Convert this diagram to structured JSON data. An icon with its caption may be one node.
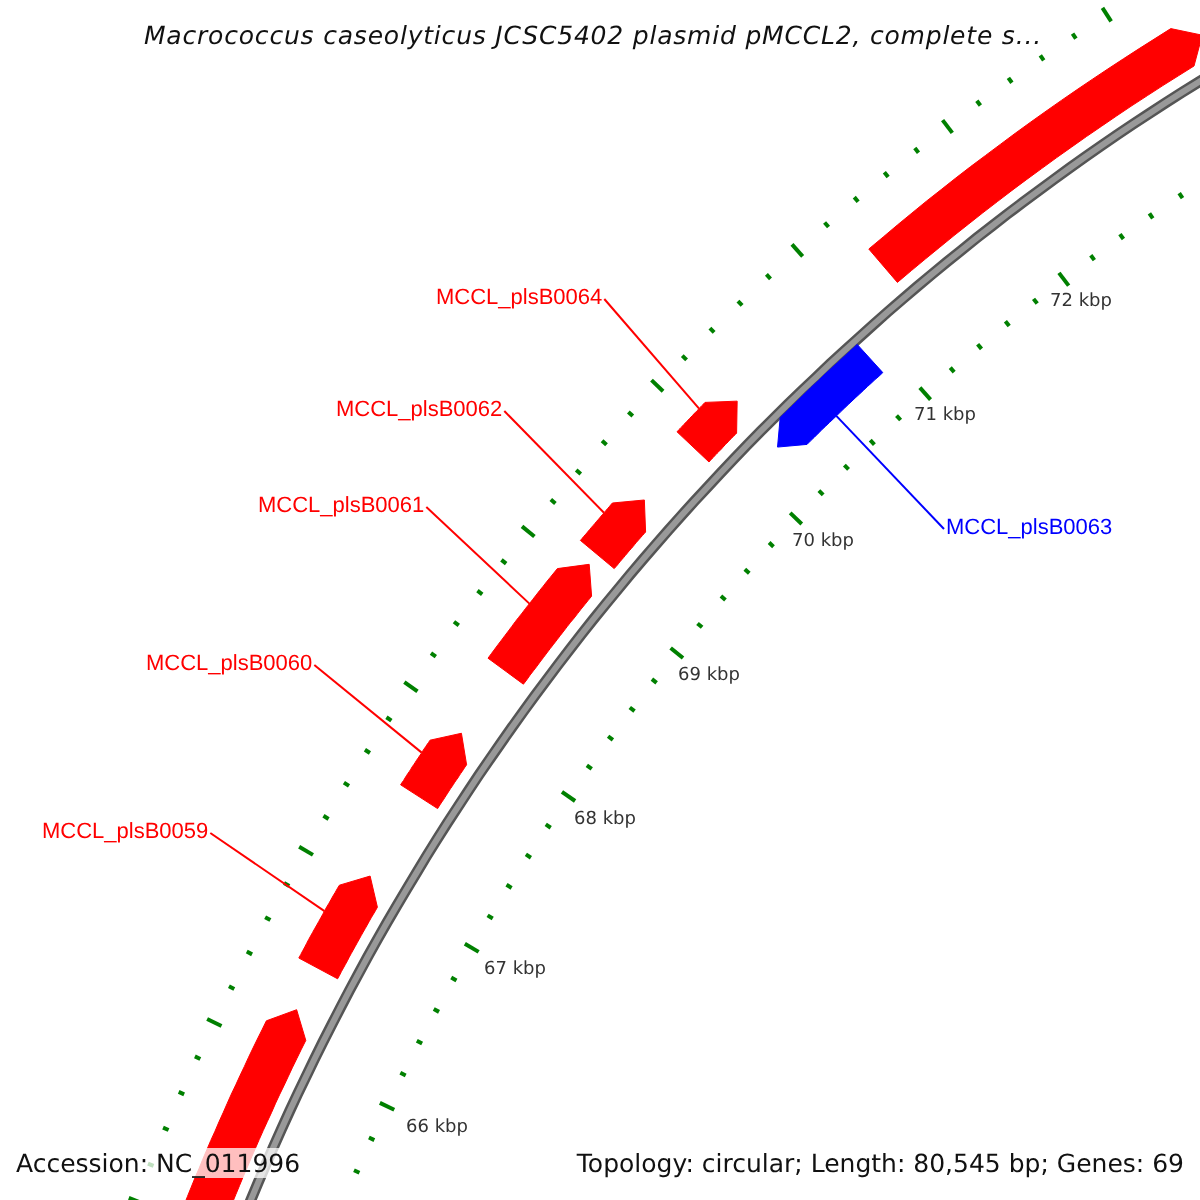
{
  "diagram": {
    "title": "Macrococcus caseolyticus JCSC5402 plasmid pMCCL2, complete s...",
    "nodes": [
      {
        "text": [],
        "shape": "bar"
      },
      {
        "text": [
          "MCCL_plsB0064"
        ]
      },
      {
        "text": [],
        "shape": "bar"
      },
      {
        "text": [
          "MCCL_plsB0062"
        ]
      },
      {
        "text": [],
        "shape": "bar"
      },
      {
        "text": [
          "MCCL_plsB0061"
        ]
      },
      {
        "text": [],
        "shape": "bar"
      },
      {
        "text": [
          "MCCL_plsB0063"
        ]
      },
      {
        "text": [],
        "shape": "bar"
      },
      {
        "text": [
          "MCCL_plsB0060"
        ]
      },
      {
        "text": [],
        "shape": "bar"
      },
      {
        "text": [
          "MCCL_plsB0059"
        ]
      },
      {
        "text": [],
        "shape": "bar"
      },
      {
        "text": [],
        "shape": "bar"
      }
    ],
    "edges": [
      {
        "from": 1,
        "to": 2,
        "arrow": "none"
      },
      {
        "from": 3,
        "to": 4,
        "arrow": "none"
      },
      {
        "from": 5,
        "to": 6,
        "arrow": "none"
      },
      {
        "from": 7,
        "to": 8,
        "arrow": "none",
        "color": "#0000ff"
      },
      {
        "from": 9,
        "to": 10,
        "arrow": "none"
      },
      {
        "from": 11,
        "to": 12,
        "arrow": "none"
      }
    ],
    "labels": [
      "72 kbp",
      "71 kbp",
      "70 kbp",
      "69 kbp",
      "68 kbp",
      "67 kbp",
      "66 kbp",
      "Accession: NC_011996",
      "Topology: circular; Length: 80,545 bp; Genes: 69"
    ]
  }
}
